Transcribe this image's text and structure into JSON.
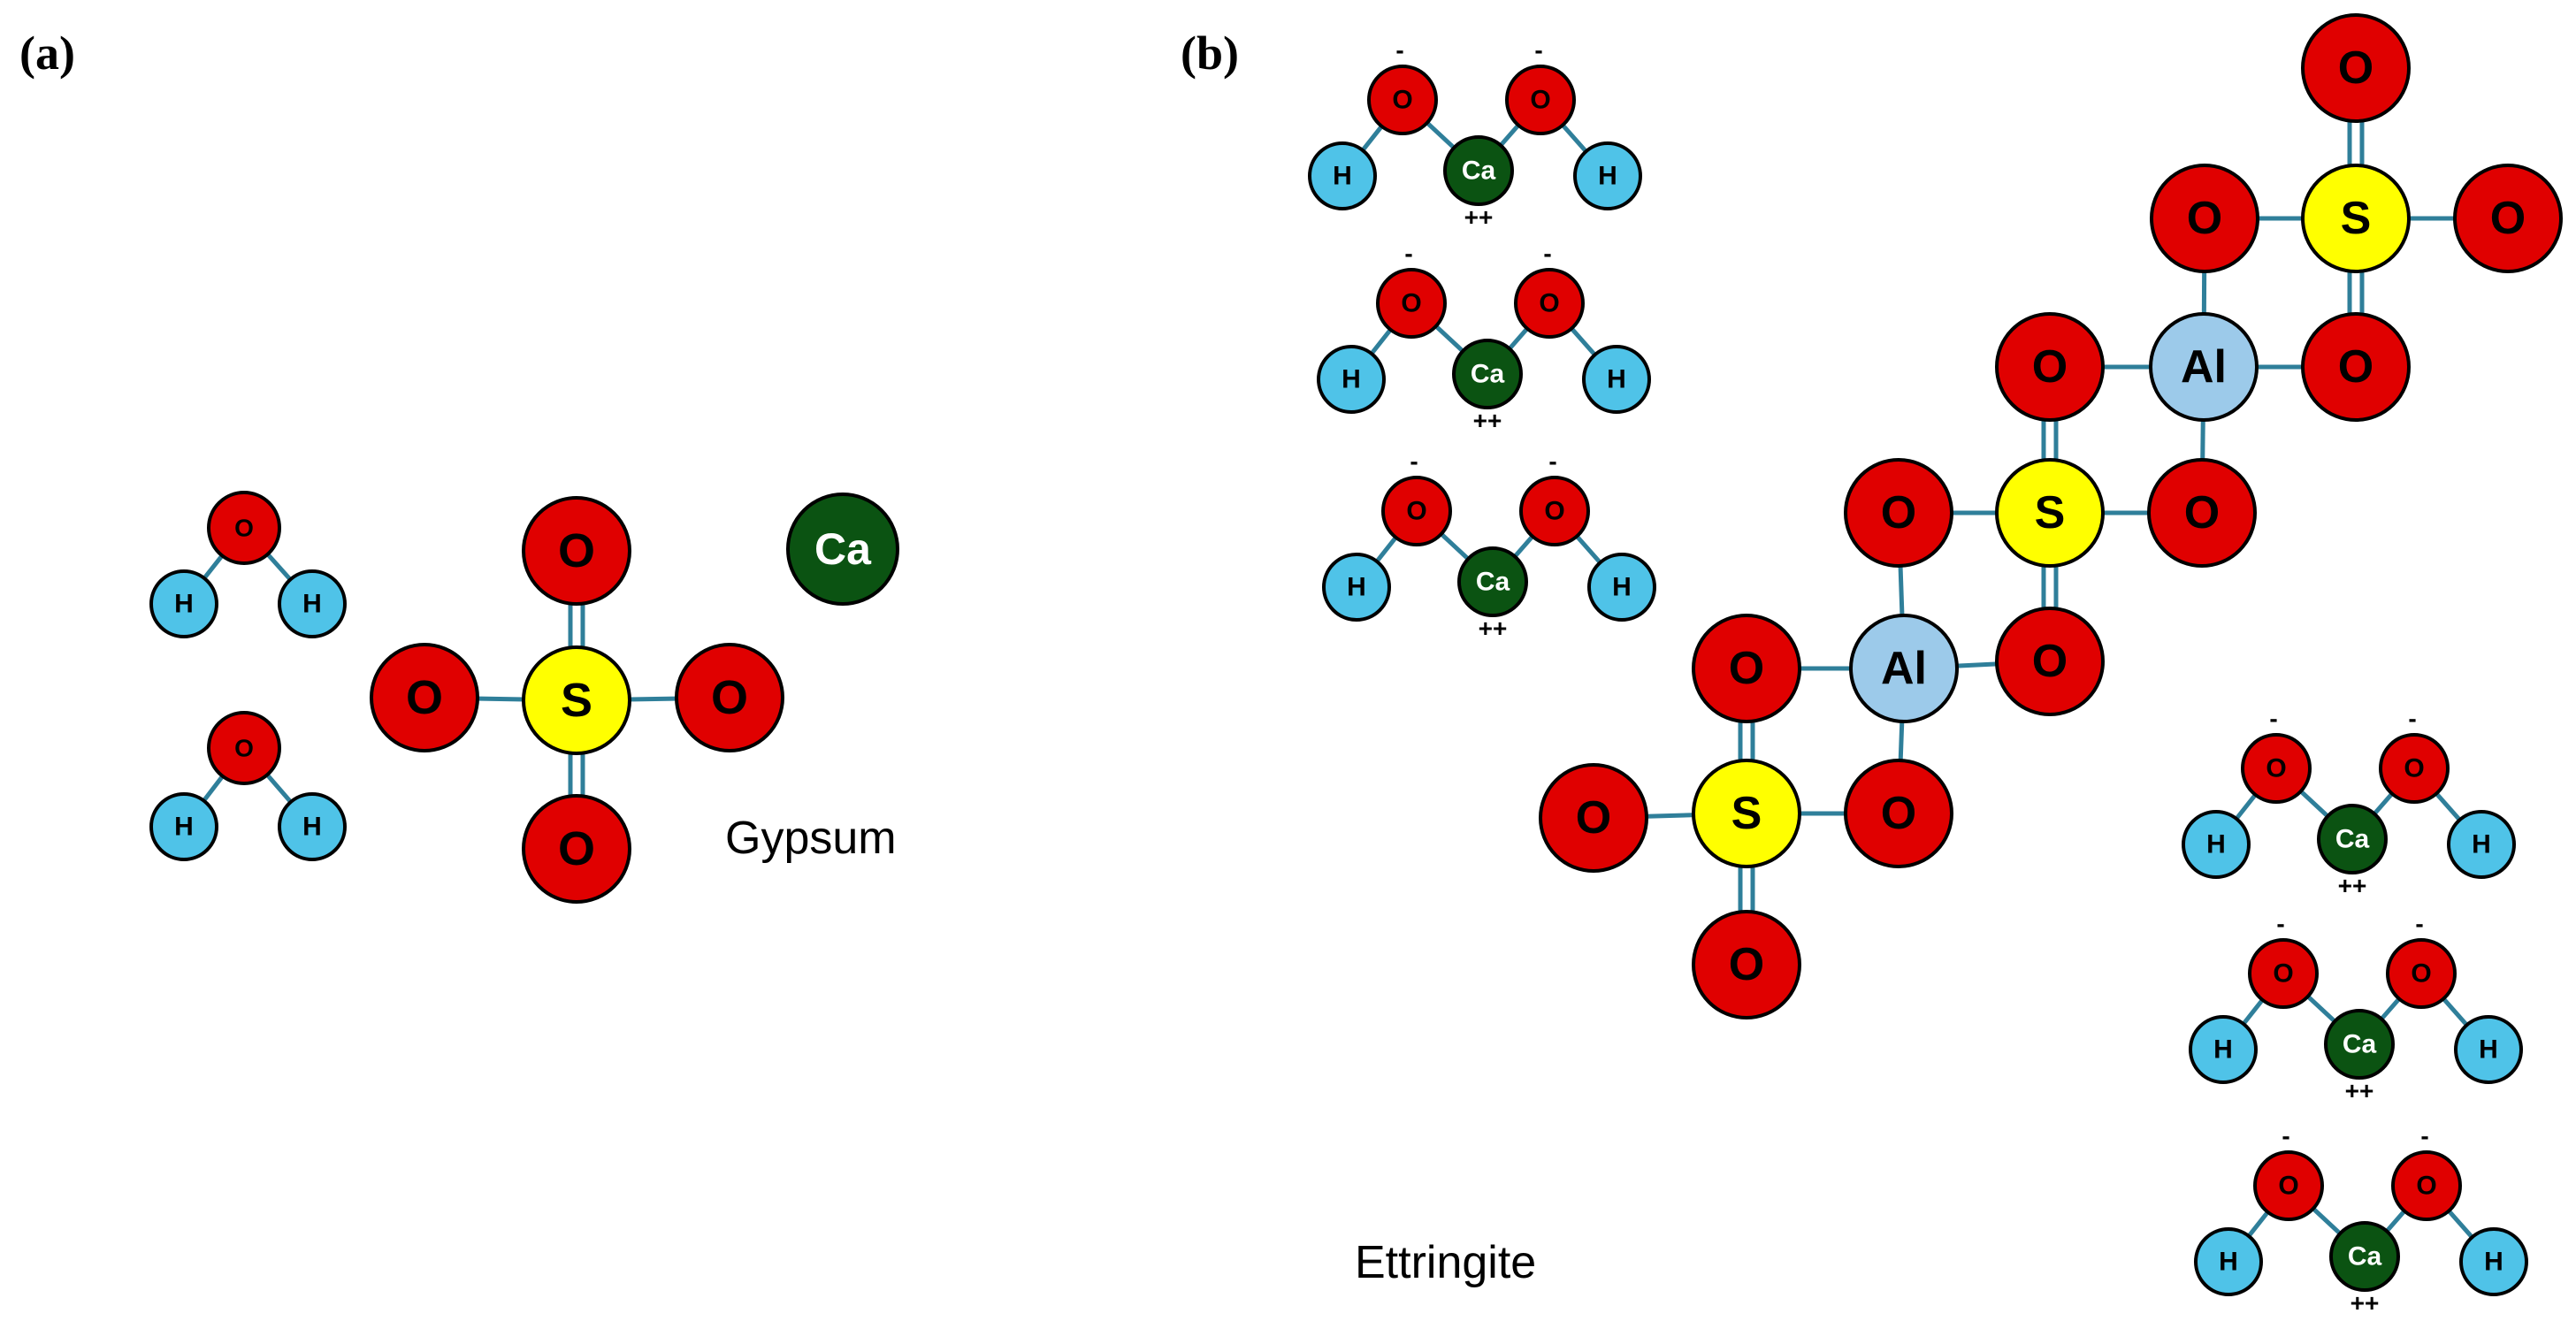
{
  "panels": {
    "a": {
      "label": "(a)",
      "caption": "Gypsum"
    },
    "b": {
      "label": "(b)",
      "caption": "Ettringite"
    }
  },
  "atoms": {
    "O": {
      "symbol": "O",
      "fill": "#e00000"
    },
    "H": {
      "symbol": "H",
      "fill": "#4fc3e8"
    },
    "S": {
      "symbol": "S",
      "fill": "#ffff00"
    },
    "Ca": {
      "symbol": "Ca",
      "fill": "#0b5312"
    },
    "Al": {
      "symbol": "Al",
      "fill": "#9ccaea"
    }
  },
  "charges": {
    "anion": "-",
    "cation": "++"
  },
  "colors": {
    "bond": "#2f7f9a",
    "outline": "#000000",
    "text_light": "#ffffff",
    "text_dark": "#000000"
  }
}
